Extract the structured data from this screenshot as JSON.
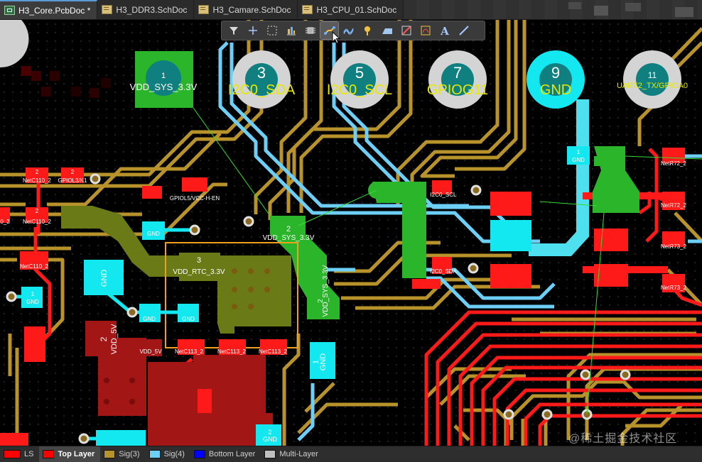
{
  "tabs": [
    {
      "label": "H3_Core.PcbDoc *",
      "icon": "pcb-doc-icon",
      "active": true
    },
    {
      "label": "H3_DDR3.SchDoc",
      "icon": "sch-doc-icon",
      "active": false
    },
    {
      "label": "H3_Camare.SchDoc",
      "icon": "sch-doc-icon",
      "active": false
    },
    {
      "label": "H3_CPU_01.SchDoc",
      "icon": "sch-doc-icon",
      "active": false
    }
  ],
  "toolbar": {
    "tools": [
      "filter-icon",
      "crosshair-icon",
      "select-rect-icon",
      "align-icon",
      "component-icon",
      "route-icon",
      "diff-pair-icon",
      "via-icon",
      "polygon-icon",
      "region-icon",
      "text-string-icon",
      "line-icon"
    ],
    "active_tool": "route-icon"
  },
  "header_pads": [
    {
      "number": "1",
      "net": "VDD_SYS_3.3V"
    },
    {
      "number": "3",
      "net": "I2C0_SDA"
    },
    {
      "number": "5",
      "net": "I2C0_SCL"
    },
    {
      "number": "7",
      "net": "GPIOG11"
    },
    {
      "number": "9",
      "net": "GND"
    },
    {
      "number": "11",
      "net": "UART2_TX/GPIOA0"
    }
  ],
  "board_labels": {
    "netc110_2": "NetC110_2",
    "gpiol3k1": "GPIOL3/K1",
    "c110_2": "2",
    "netc110_2b": "NetC110_2",
    "left_2": "0_2",
    "gpiol5": "GPIOL5/VCC-H-EN",
    "gnd": "GND",
    "vdd_rtc_3": "3",
    "vdd_rtc": "VDD_RTC_3.3V",
    "vdd_sys_2": "2",
    "vdd_sys": "VDD_SYS_3.3V",
    "vdd_5v_2": "2",
    "vdd_5v": "VDD_5V",
    "netc113_2": "NetC113_2",
    "vdd_sys_vert": "VDD_SYS_3.3V",
    "i2c0_scl": "I2C0_SCL",
    "i2c0_sda": "I2C0_SDA",
    "netr72_2": "NetR72_2",
    "netr73_2": "NetR73_2",
    "one": "1",
    "two": "2"
  },
  "layers": [
    {
      "label": "LS",
      "color": "#ff0000",
      "active": false
    },
    {
      "label": "Top Layer",
      "color": "#ff0000",
      "active": true
    },
    {
      "label": "Sig(3)",
      "color": "#b8922a",
      "active": false
    },
    {
      "label": "Sig(4)",
      "color": "#6ecff6",
      "active": false
    },
    {
      "label": "Bottom Layer",
      "color": "#0000ff",
      "active": false
    },
    {
      "label": "Multi-Layer",
      "color": "#c0c0c0",
      "active": false
    }
  ],
  "watermark": "@稀土掘金技术社区"
}
